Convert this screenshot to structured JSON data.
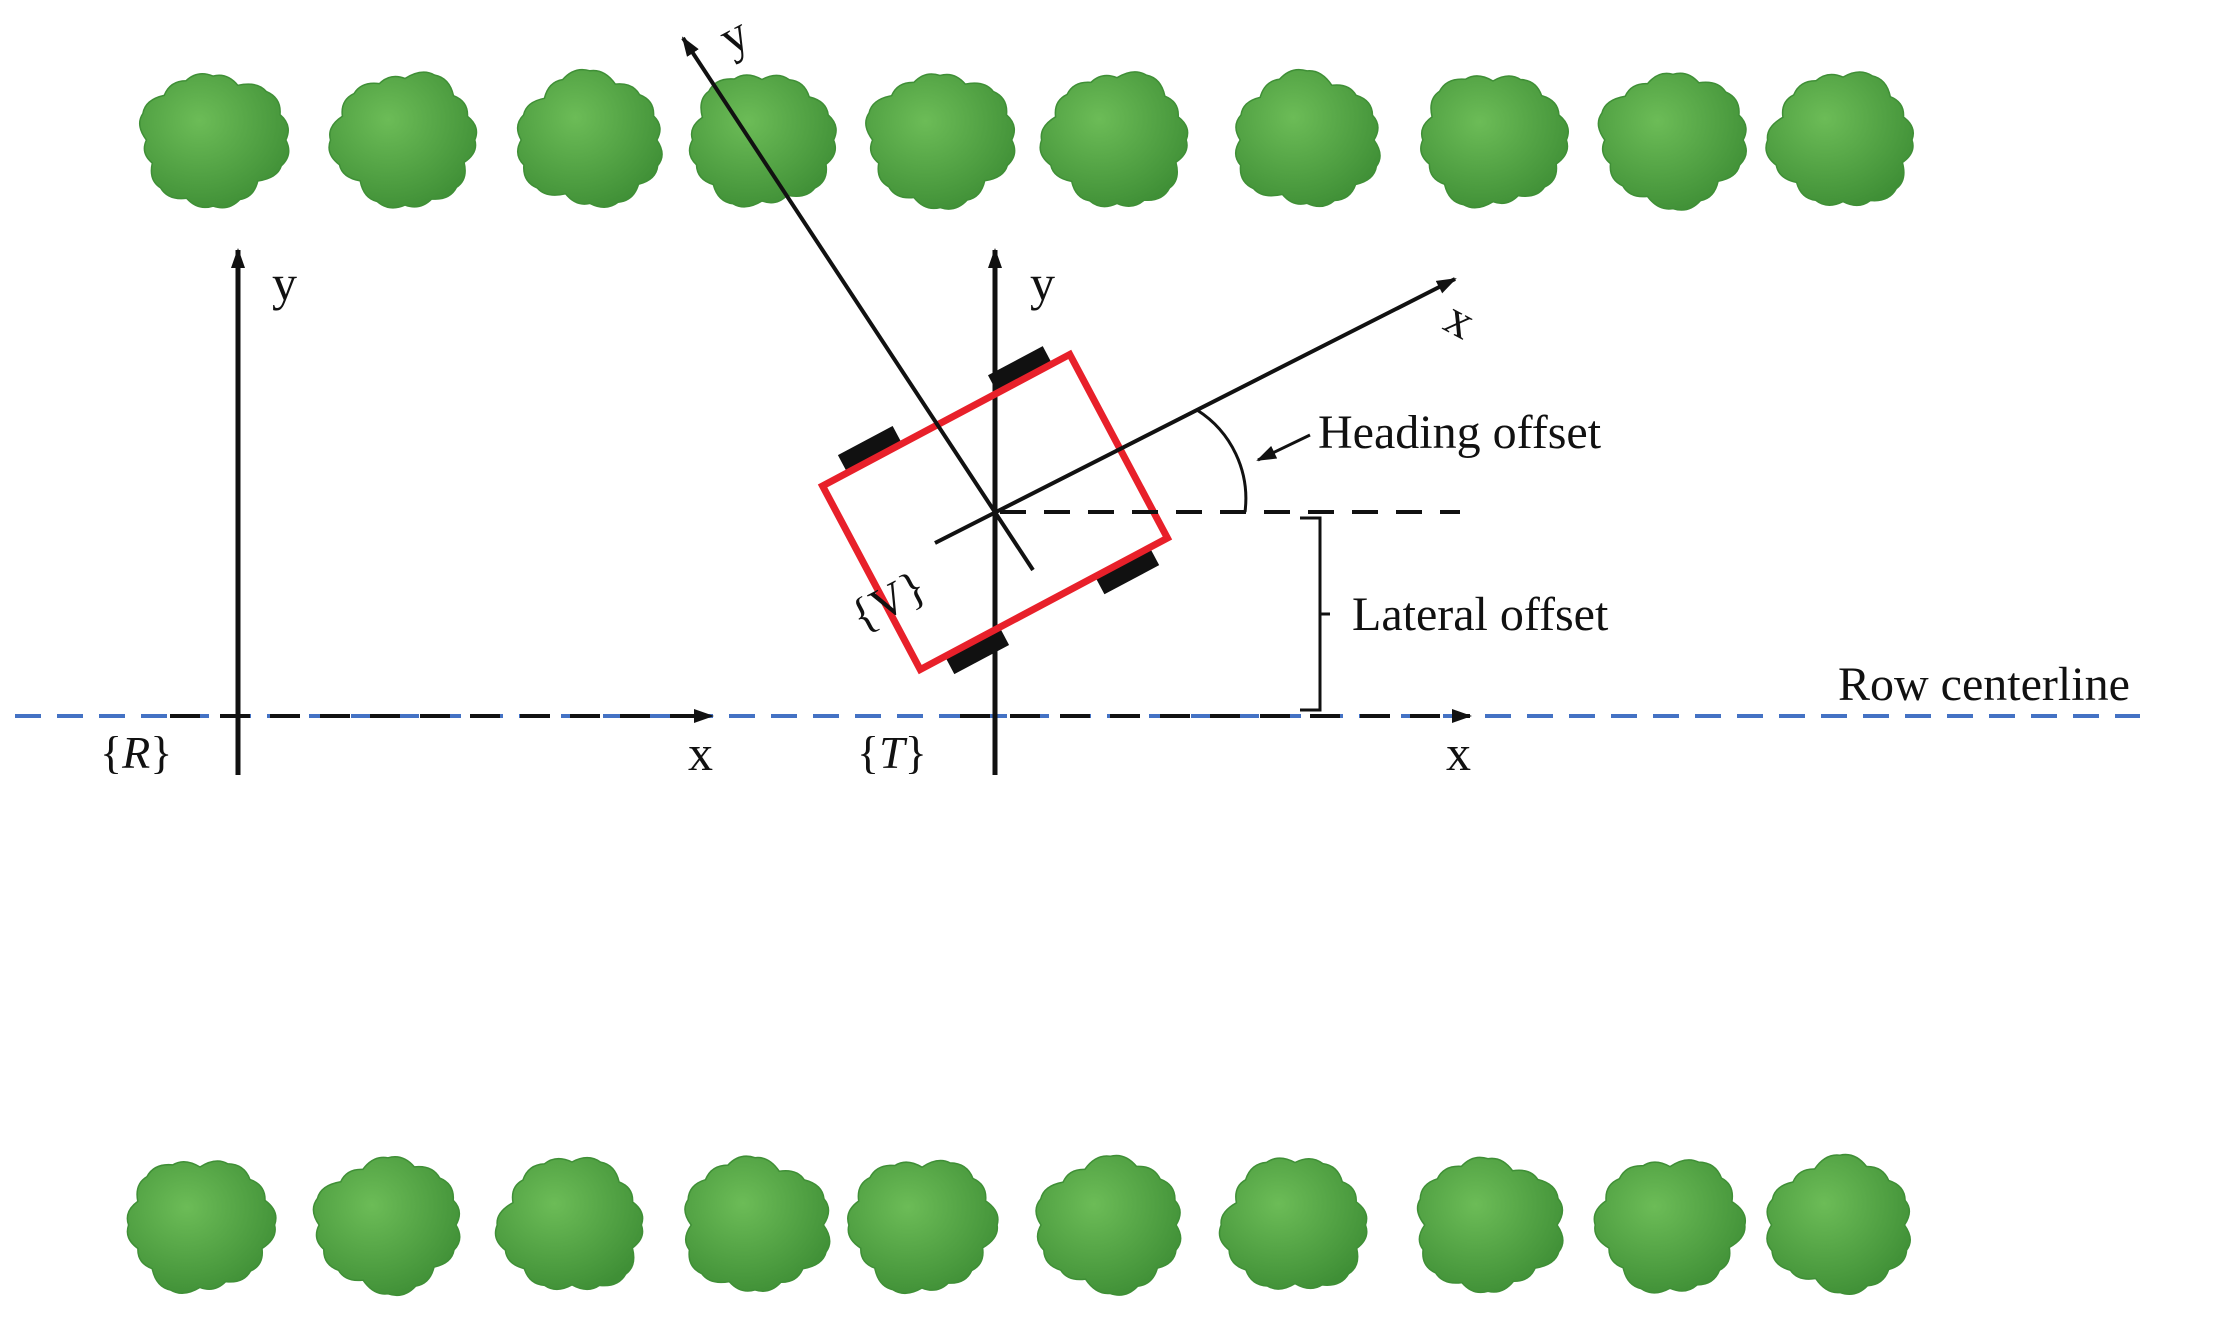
{
  "diagram": {
    "labels": {
      "row_centerline": "Row centerline",
      "heading_offset": "Heading offset",
      "lateral_offset": "Lateral offset",
      "axis_x": "x",
      "axis_y": "y"
    },
    "frames": {
      "R": {
        "open": "{",
        "letter": "R",
        "close": "}"
      },
      "T": {
        "open": "{",
        "letter": "T",
        "close": "}"
      },
      "V": {
        "open": "{",
        "letter": "V",
        "close": "}"
      }
    },
    "trees": {
      "top_row_count": 10,
      "bottom_row_count": 10
    },
    "colors": {
      "tree_green": "#5aa848",
      "tree_green_dark": "#3f8f36",
      "vehicle_outline": "#e8202a",
      "centerline_blue": "#4472c4",
      "ink": "#111111"
    }
  }
}
